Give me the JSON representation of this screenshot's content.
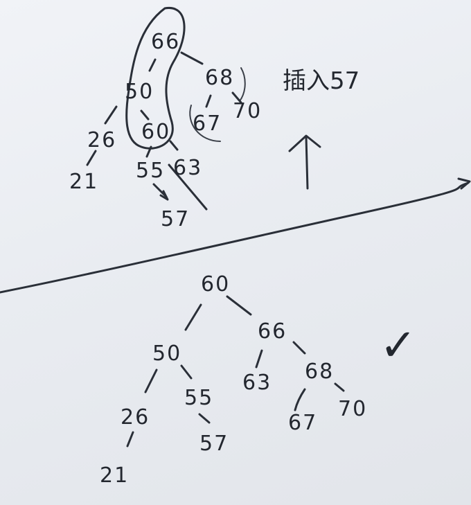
{
  "before_tree": {
    "nodes": {
      "n66": "66",
      "n50": "50",
      "n68": "68",
      "n60": "60",
      "n26": "26",
      "n67": "67",
      "n70": "70",
      "n21": "21",
      "n55": "55",
      "n63": "63",
      "n57": "57"
    },
    "note": "插入57"
  },
  "after_tree": {
    "nodes": {
      "n60": "60",
      "n50": "50",
      "n66": "66",
      "n26": "26",
      "n55": "55",
      "n63": "63",
      "n68": "68",
      "n21": "21",
      "n57": "57",
      "n67": "67",
      "n70": "70"
    },
    "mark": "✓"
  }
}
